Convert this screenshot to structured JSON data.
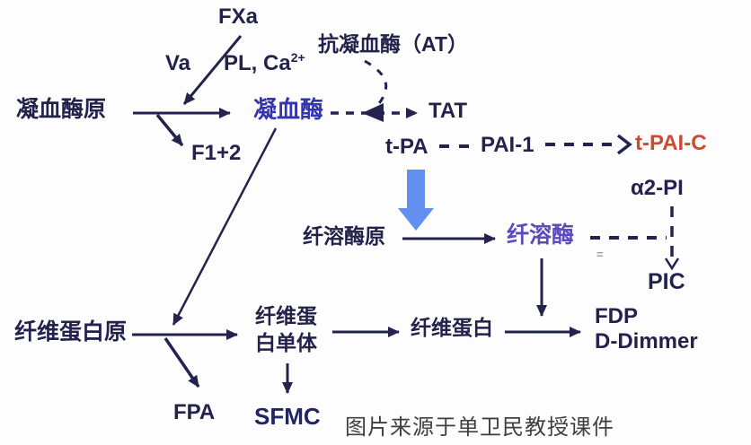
{
  "diagram": {
    "watermark": "图片来源于单卫民教授课件",
    "colors": {
      "ink_navy": "#22224c",
      "thrombin_blue": "#3434ae",
      "plasmin_purple": "#5b4bbb",
      "tpaic_red": "#cc4a33",
      "big_arrow_blue": "#638ff0",
      "watermark_gray": "#3f3f3f",
      "background": "#fdfdfd"
    },
    "nodes": {
      "fxa": {
        "label": "FXa"
      },
      "va": {
        "label": "Va"
      },
      "pl_ca": {
        "label": "PL, Ca",
        "sup": "2+"
      },
      "antithrombin": {
        "label": "抗凝血酶（AT）"
      },
      "prothrombin": {
        "label": "凝血酶原"
      },
      "thrombin": {
        "label": "凝血酶"
      },
      "tat": {
        "label": "TAT"
      },
      "f1_2": {
        "label": "F1+2"
      },
      "tpa": {
        "label": "t-PA"
      },
      "pai1": {
        "label": "PAI-1"
      },
      "tpaic": {
        "label": "t-PAI-C"
      },
      "a2pi": {
        "label": "α2-PI"
      },
      "plasminogen": {
        "label": "纤溶酶原"
      },
      "plasmin": {
        "label": "纤溶酶"
      },
      "pic": {
        "label": "PIC"
      },
      "fibrinogen": {
        "label": "纤维蛋白原"
      },
      "fibrin_monomer_line1": "纤维蛋",
      "fibrin_monomer_line2": "白单体",
      "fibrin": {
        "label": "纤维蛋白"
      },
      "fdp": {
        "label": "FDP"
      },
      "ddimer": {
        "label": "D-Dimmer"
      },
      "fpa": {
        "label": "FPA"
      },
      "sfmc": {
        "label": "SFMC"
      },
      "artifact_equals": "="
    },
    "edges": [
      {
        "from": "FXa",
        "to": "prothrombin-junction",
        "style": "solid"
      },
      {
        "from": "凝血酶原",
        "to": "凝血酶",
        "style": "solid"
      },
      {
        "from": "凝血酶原-junction",
        "to": "F1+2",
        "style": "solid"
      },
      {
        "from": "凝血酶",
        "to": "TAT",
        "style": "dashed"
      },
      {
        "from": "抗凝血酶（AT）",
        "to": "凝血酶→TAT",
        "style": "dashed-curve"
      },
      {
        "from": "凝血酶",
        "to": "纤维蛋白原-junction",
        "style": "solid"
      },
      {
        "from": "t-PA",
        "to": "PAI-1",
        "style": "dashed"
      },
      {
        "from": "PAI-1",
        "to": "t-PAI-C",
        "style": "dashed-chevron"
      },
      {
        "from": "t-PA",
        "to": "纤溶酶原→纤溶酶",
        "style": "thick-blue"
      },
      {
        "from": "纤溶酶原",
        "to": "纤溶酶",
        "style": "solid"
      },
      {
        "from": "纤溶酶",
        "to": "α2-PI→PIC line",
        "style": "dashed"
      },
      {
        "from": "α2-PI",
        "to": "PIC",
        "style": "dashed-chevron"
      },
      {
        "from": "纤溶酶",
        "to": "纤维蛋白→FDP",
        "style": "solid"
      },
      {
        "from": "纤维蛋白原",
        "to": "纤维蛋白单体",
        "style": "solid"
      },
      {
        "from": "纤维蛋白原-junction",
        "to": "FPA",
        "style": "solid"
      },
      {
        "from": "纤维蛋白单体",
        "to": "SFMC",
        "style": "solid"
      },
      {
        "from": "纤维蛋白单体",
        "to": "纤维蛋白",
        "style": "solid"
      },
      {
        "from": "纤维蛋白",
        "to": "FDP / D-Dimmer",
        "style": "solid"
      }
    ]
  }
}
